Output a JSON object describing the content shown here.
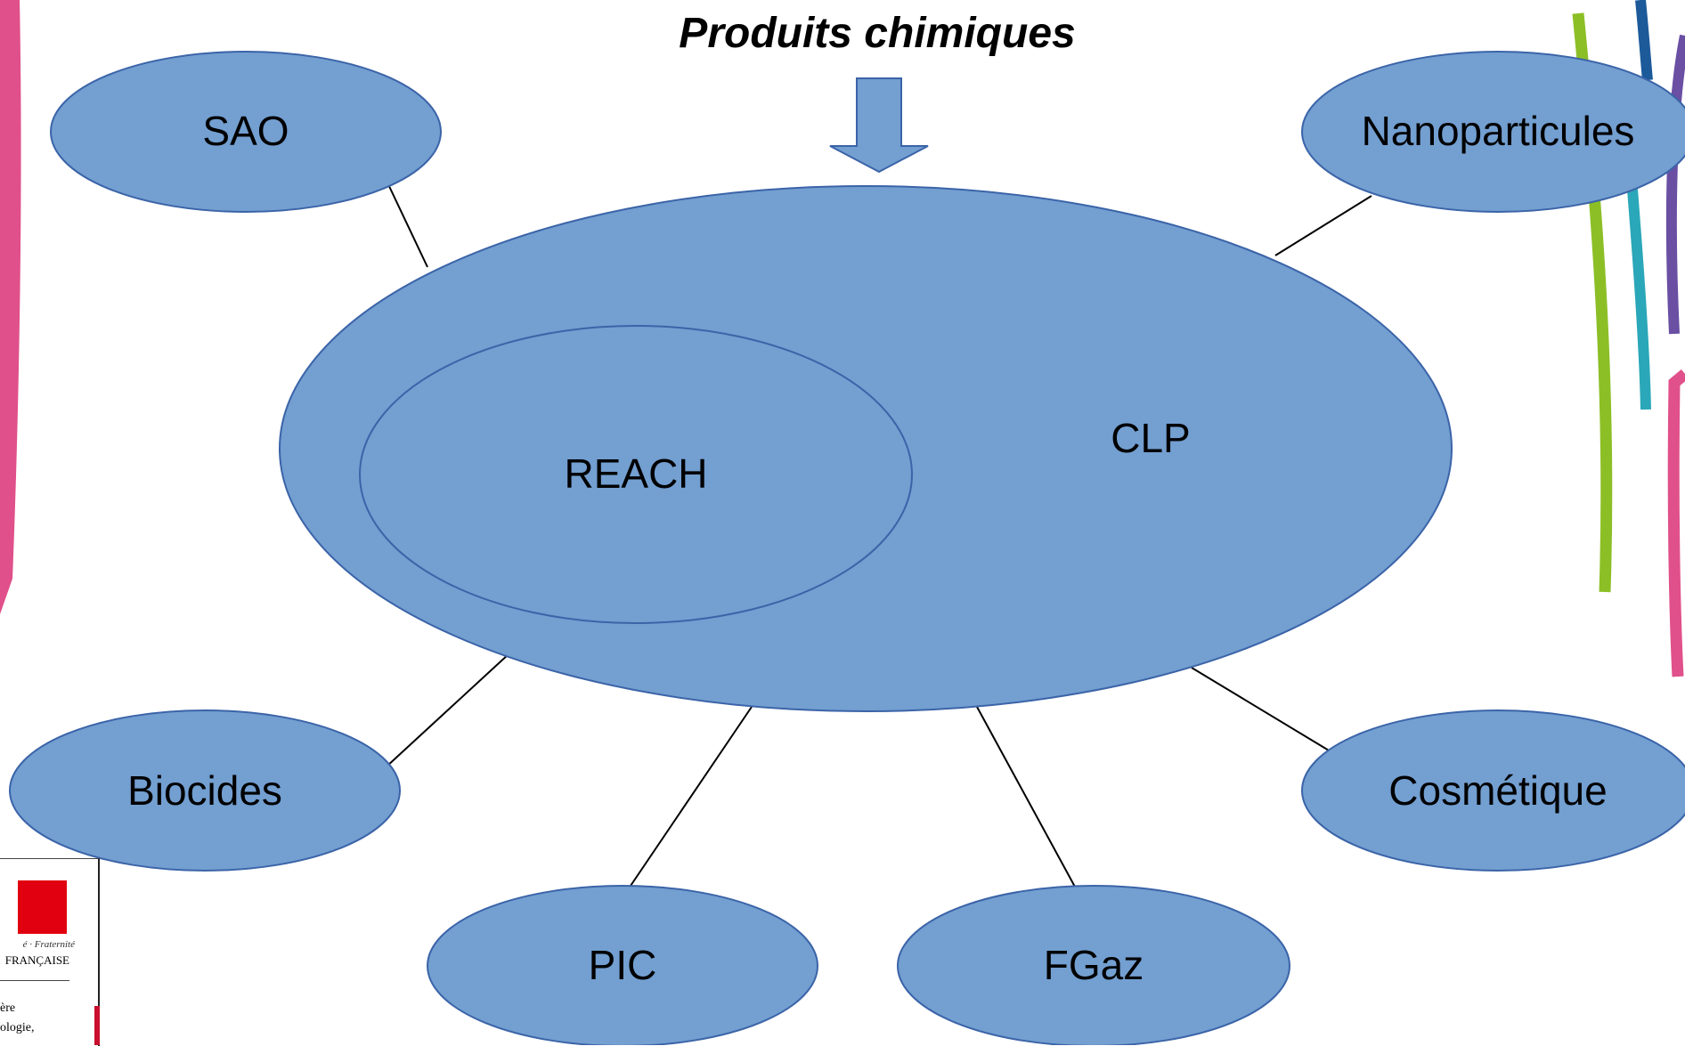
{
  "title": "Produits chimiques",
  "center": {
    "outer_label": "CLP",
    "inner_label": "REACH"
  },
  "satellites": [
    {
      "id": "sao",
      "label": "SAO"
    },
    {
      "id": "nanoparticules",
      "label": "Nanoparticules"
    },
    {
      "id": "biocides",
      "label": "Biocides"
    },
    {
      "id": "cosmetique",
      "label": "Cosmétique"
    },
    {
      "id": "pic",
      "label": "PIC"
    },
    {
      "id": "fgaz",
      "label": "FGaz"
    }
  ],
  "logo": {
    "motto": "é · Fraternité",
    "republic": "FRANÇAISE",
    "ministry_line1": "ère",
    "ministry_line2": "ologie,"
  },
  "colors": {
    "node_fill": "#739fd1",
    "node_stroke": "#3b64a8",
    "arrow_fill": "#739fd1",
    "connector": "#000000",
    "ribbon_pink": "#e0508a",
    "ribbon_green": "#8cbf26",
    "ribbon_teal": "#2aa7b8",
    "ribbon_purple": "#6a4fa3",
    "ribbon_blue": "#1c5a9a"
  }
}
